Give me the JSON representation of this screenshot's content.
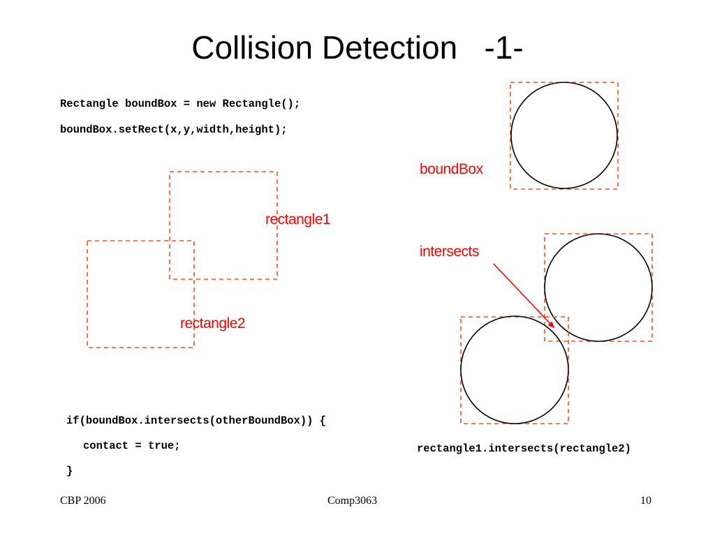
{
  "title": "Collision Detection   -1-",
  "code_top": {
    "line1": "Rectangle boundBox = new Rectangle();",
    "line2": "boundBox.setRect(x,y,width,height);"
  },
  "code_bottom": {
    "line1": "if(boundBox.intersects(otherBoundBox)) {",
    "line2": "contact = true;",
    "line3": "}"
  },
  "labels": {
    "rectangle1": "rectangle1",
    "rectangle2": "rectangle2",
    "boundbox": "boundBox",
    "intersects": "intersects",
    "intersects_call": "rectangle1.intersects(rectangle2)"
  },
  "footer": {
    "left": "CBP 2006",
    "center": "Comp3063",
    "right": "10"
  },
  "colors": {
    "accent_red": "#ff0000",
    "dashed_box": "#ff4a1c",
    "circle_stroke": "#000000"
  }
}
